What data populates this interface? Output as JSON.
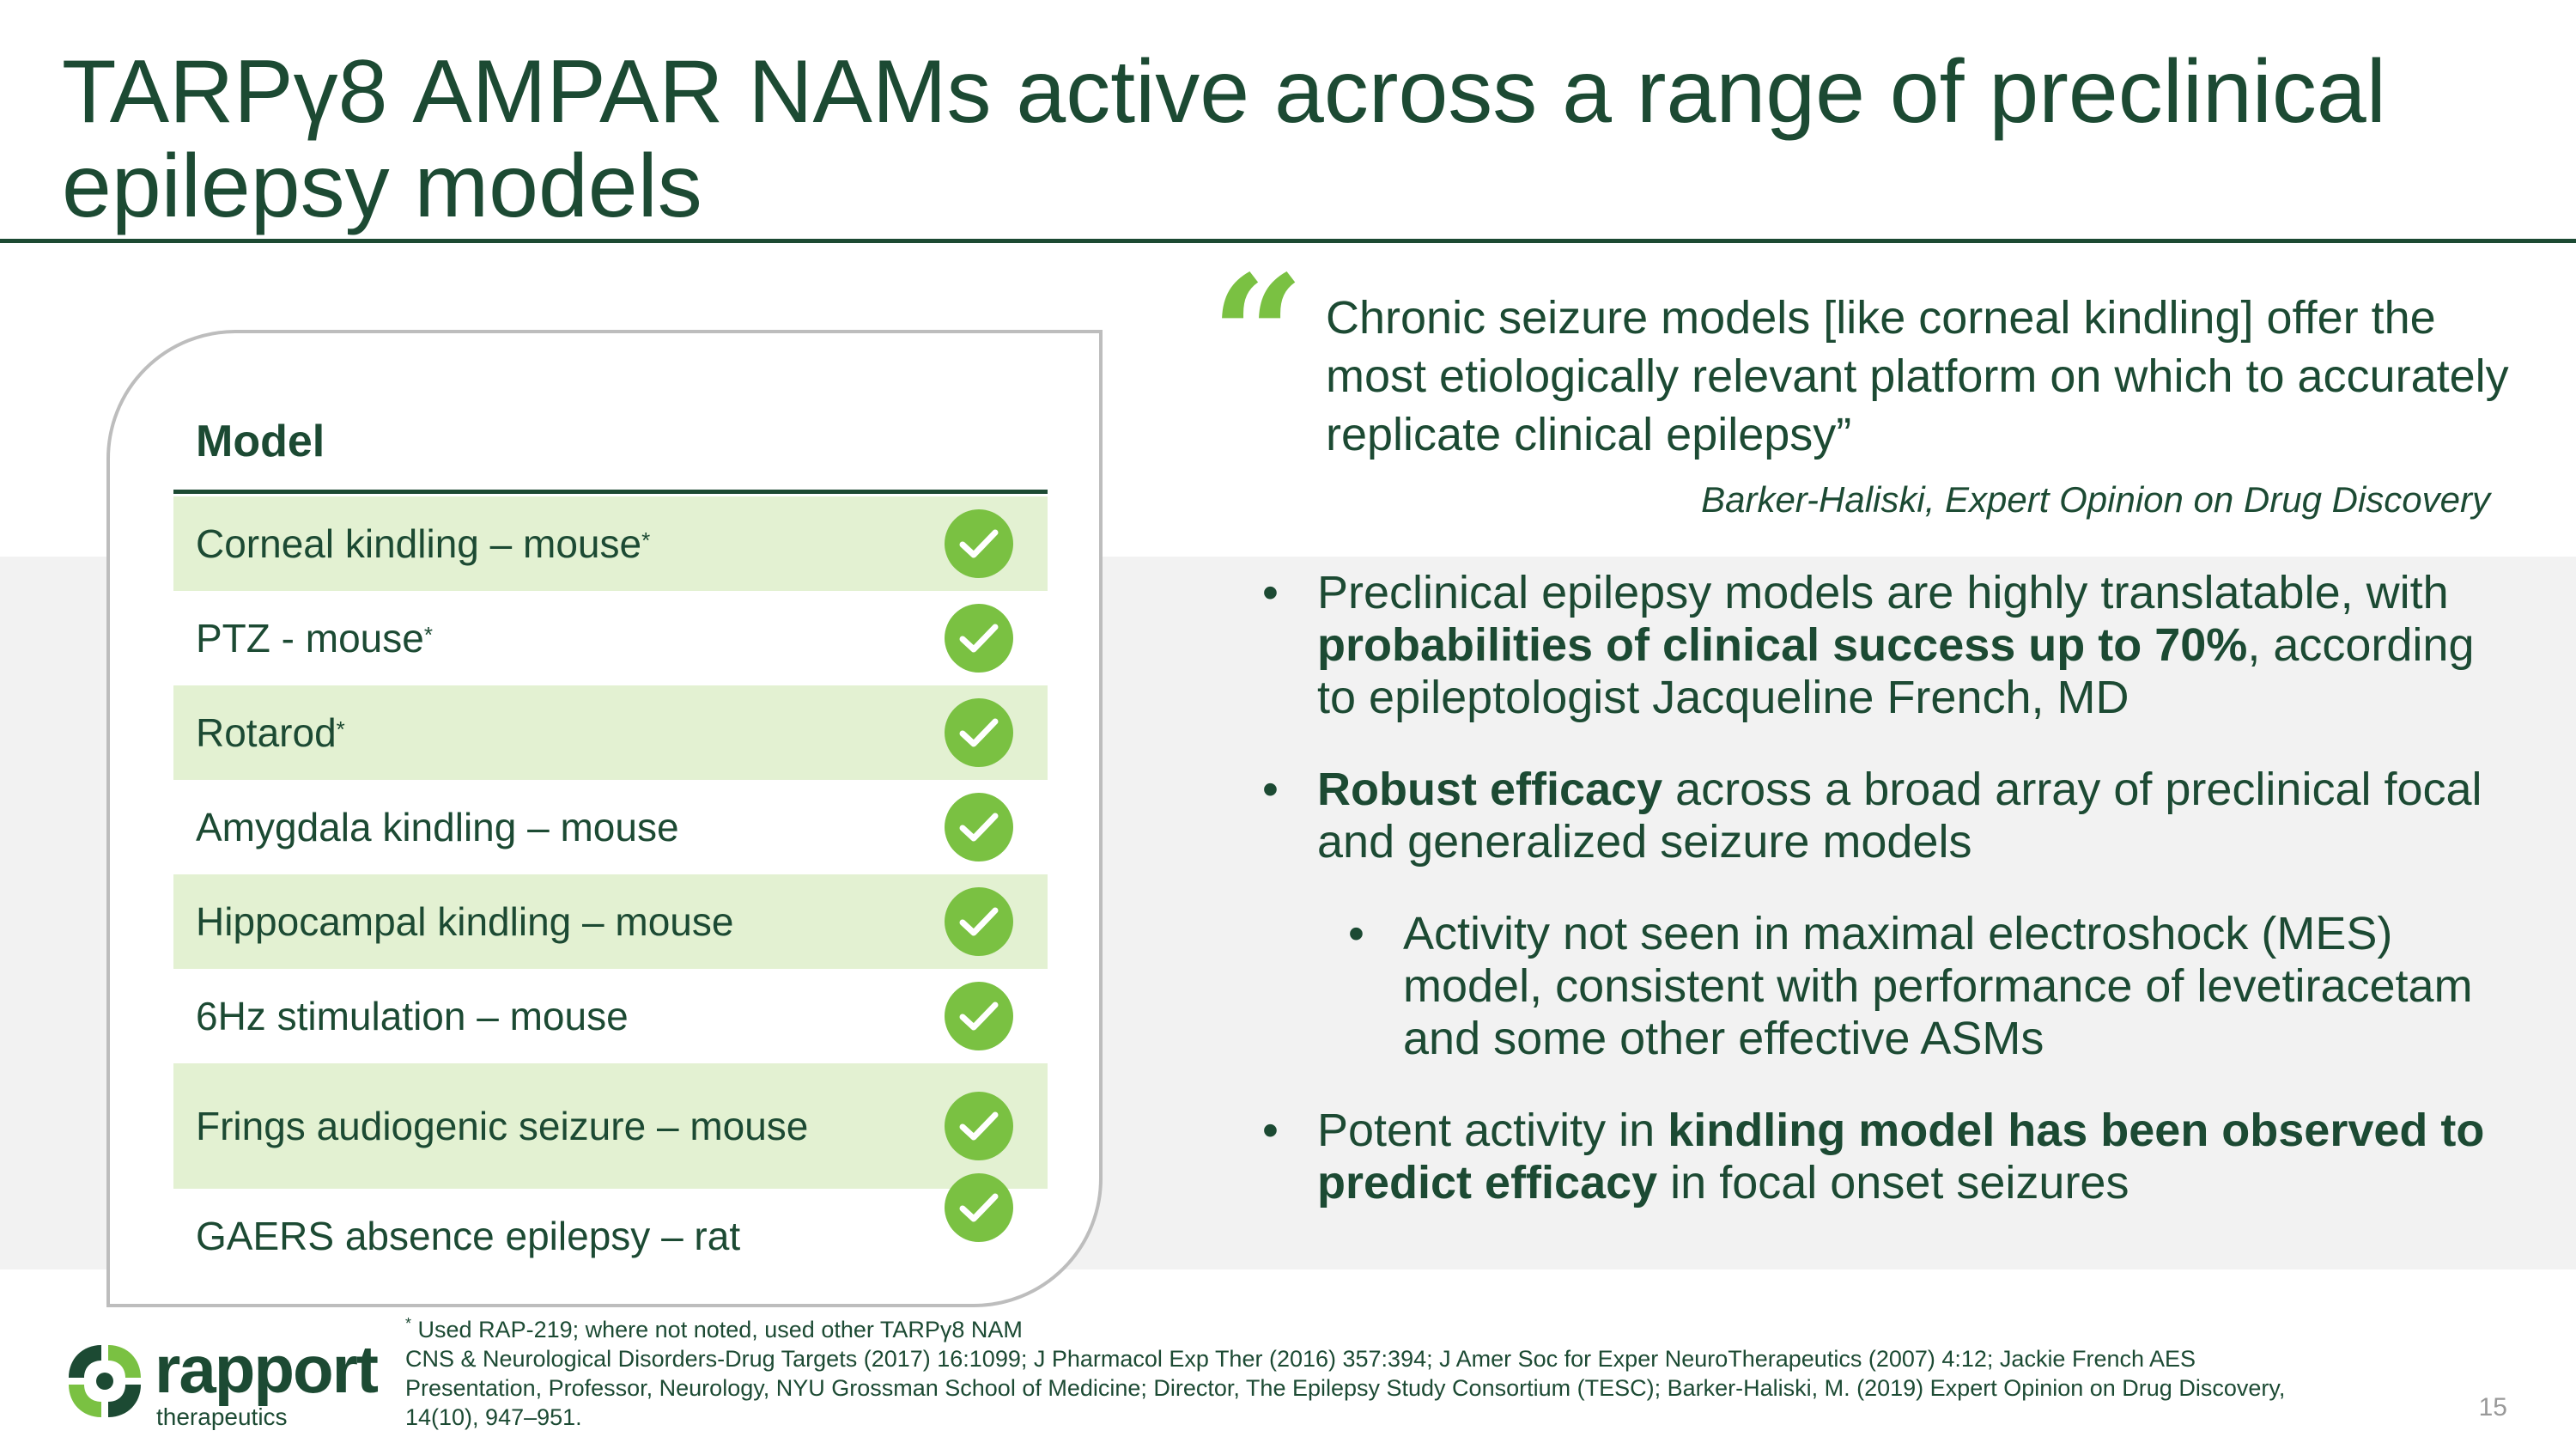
{
  "title": "TARPγ8 AMPAR NAMs active across a range of preclinical epilepsy models",
  "table": {
    "header": "Model",
    "rows": [
      {
        "label": "Corneal kindling – mouse",
        "note": "*",
        "check": true
      },
      {
        "label": "PTZ  - mouse",
        "note": "*",
        "check": true
      },
      {
        "label": "Rotarod",
        "note": "*",
        "check": true
      },
      {
        "label": "Amygdala kindling – mouse",
        "note": "",
        "check": true
      },
      {
        "label": "Hippocampal kindling – mouse",
        "note": "",
        "check": true
      },
      {
        "label": "6Hz stimulation – mouse",
        "note": "",
        "check": true
      },
      {
        "label": "Frings audiogenic seizure – mouse",
        "note": "",
        "check": true
      },
      {
        "label": "GAERS absence epilepsy – rat",
        "note": "",
        "check": true
      }
    ]
  },
  "quote": {
    "mark": "“",
    "text": "Chronic seizure models [like corneal kindling] offer the most etiologically relevant platform on which to accurately replicate clinical epilepsy”",
    "source": "Barker-Haliski, Expert Opinion on Drug Discovery"
  },
  "bullets": [
    {
      "level": 1,
      "parts": [
        {
          "text": "Preclinical epilepsy models are highly translatable, with ",
          "bold": false
        },
        {
          "text": "probabilities of clinical success up to 70%",
          "bold": true
        },
        {
          "text": ", according to epileptologist Jacqueline French, MD",
          "bold": false
        }
      ]
    },
    {
      "level": 1,
      "parts": [
        {
          "text": "Robust efficacy",
          "bold": true
        },
        {
          "text": " across a broad array of preclinical focal and generalized seizure models",
          "bold": false
        }
      ]
    },
    {
      "level": 2,
      "parts": [
        {
          "text": "Activity not seen in maximal electroshock (MES) model, consistent with performance of levetiracetam and some other effective ASMs",
          "bold": false
        }
      ]
    },
    {
      "level": 1,
      "parts": [
        {
          "text": "Potent activity in ",
          "bold": false
        },
        {
          "text": "kindling model has been observed to predict efficacy",
          "bold": true
        },
        {
          "text": " in focal onset seizures",
          "bold": false
        }
      ]
    }
  ],
  "footnote": {
    "star_mark": "*",
    "star_note": "Used RAP-219; where not noted, used other TARPγ8 NAM",
    "references": "CNS & Neurological Disorders-Drug Targets (2017) 16:1099; J Pharmacol Exp Ther (2016) 357:394; J Amer Soc for Exper NeuroTherapeutics (2007) 4:12; Jackie French AES Presentation, Professor, Neurology, NYU Grossman School of Medicine; Director, The Epilepsy Study Consortium (TESC); Barker-Haliski, M. (2019) Expert Opinion on Drug Discovery, 14(10), 947–951."
  },
  "logo": {
    "word": "rapport",
    "sub": "therapeutics"
  },
  "page_number": "15",
  "colors": {
    "dark_green": "#1c4a33",
    "accent_green": "#7ac142",
    "row_shade": "#e3f1d2",
    "band_grey": "#f2f2f2"
  },
  "icons": {
    "check": "check-circle-icon",
    "logo": "rapport-logo-mark"
  }
}
